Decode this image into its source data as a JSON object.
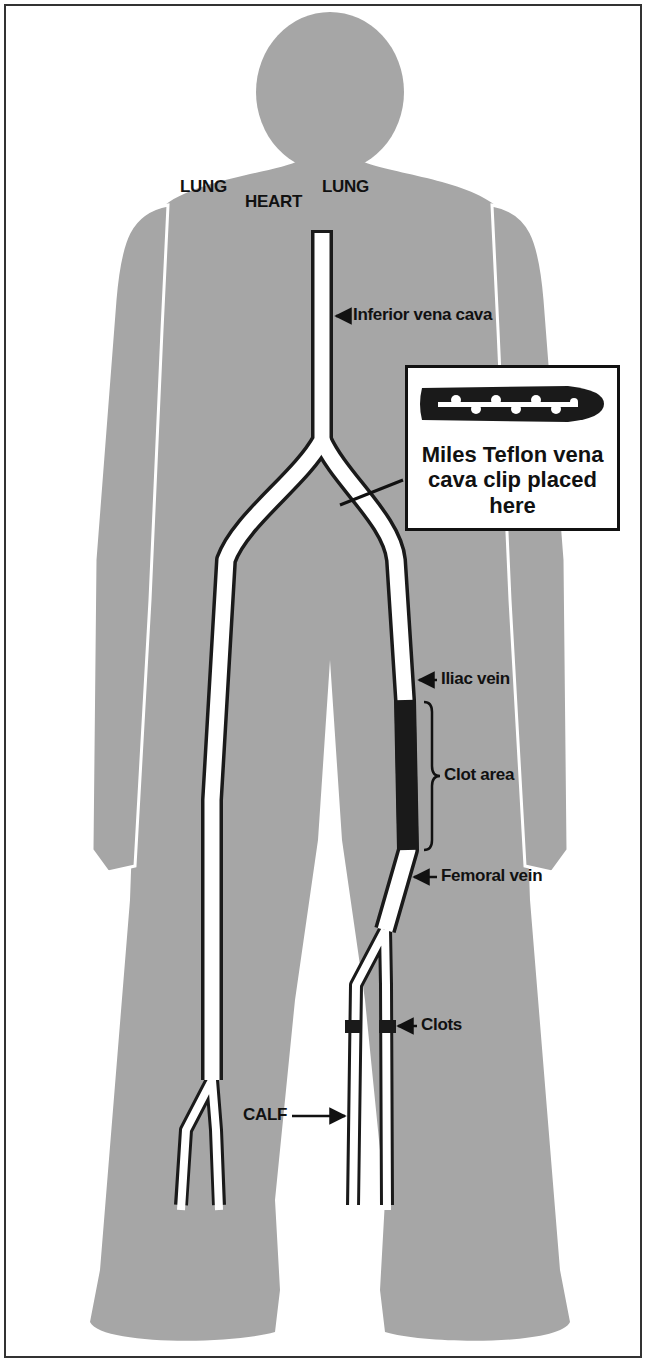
{
  "diagram": {
    "nodes": [
      {
        "text": [
          "Miles Teflon vena cava clip placed here"
        ]
      }
    ],
    "labels": [
      "LUNG",
      "HEART",
      "LUNG",
      "Inferior vena cava",
      "Iliac vein",
      "Clot area",
      "Femoral vein",
      "Clots",
      "CALF"
    ]
  }
}
